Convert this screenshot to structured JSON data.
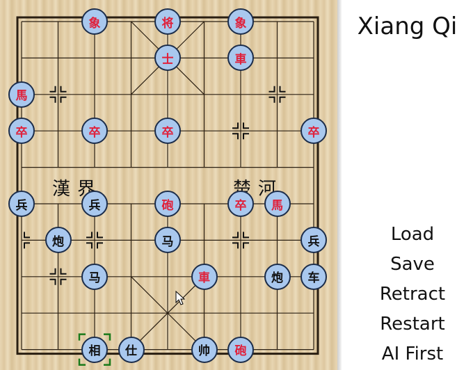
{
  "app": {
    "title": "Xiang Qi",
    "river_left": "漢界",
    "river_right": "楚河"
  },
  "menu": [
    {
      "id": "load",
      "label": "Load"
    },
    {
      "id": "save",
      "label": "Save"
    },
    {
      "id": "retract",
      "label": "Retract"
    },
    {
      "id": "restart",
      "label": "Restart"
    },
    {
      "id": "ai_first",
      "label": "AI First"
    }
  ],
  "colors": {
    "piece_fill": "#a9c8ee",
    "red_side": "#e0203a",
    "black_side": "#111111",
    "selection": "#1a7a1a"
  },
  "board": {
    "files": 9,
    "ranks": 10,
    "selected": {
      "file": 2,
      "rank": 9
    },
    "pieces": [
      {
        "glyph": "象",
        "side": "red",
        "file": 2,
        "rank": 0
      },
      {
        "glyph": "将",
        "side": "red",
        "file": 4,
        "rank": 0
      },
      {
        "glyph": "象",
        "side": "red",
        "file": 6,
        "rank": 0
      },
      {
        "glyph": "士",
        "side": "red",
        "file": 4,
        "rank": 1
      },
      {
        "glyph": "車",
        "side": "red",
        "file": 6,
        "rank": 1
      },
      {
        "glyph": "馬",
        "side": "red",
        "file": 0,
        "rank": 2
      },
      {
        "glyph": "卒",
        "side": "red",
        "file": 0,
        "rank": 3
      },
      {
        "glyph": "卒",
        "side": "red",
        "file": 2,
        "rank": 3
      },
      {
        "glyph": "卒",
        "side": "red",
        "file": 4,
        "rank": 3
      },
      {
        "glyph": "卒",
        "side": "red",
        "file": 8,
        "rank": 3
      },
      {
        "glyph": "兵",
        "side": "black",
        "file": 0,
        "rank": 5
      },
      {
        "glyph": "兵",
        "side": "black",
        "file": 2,
        "rank": 5
      },
      {
        "glyph": "砲",
        "side": "red",
        "file": 4,
        "rank": 5
      },
      {
        "glyph": "卒",
        "side": "red",
        "file": 6,
        "rank": 5
      },
      {
        "glyph": "馬",
        "side": "red",
        "file": 7,
        "rank": 5
      },
      {
        "glyph": "炮",
        "side": "black",
        "file": 1,
        "rank": 6
      },
      {
        "glyph": "马",
        "side": "black",
        "file": 4,
        "rank": 6
      },
      {
        "glyph": "兵",
        "side": "black",
        "file": 8,
        "rank": 6
      },
      {
        "glyph": "马",
        "side": "black",
        "file": 2,
        "rank": 7
      },
      {
        "glyph": "車",
        "side": "red",
        "file": 5,
        "rank": 7
      },
      {
        "glyph": "炮",
        "side": "black",
        "file": 7,
        "rank": 7
      },
      {
        "glyph": "车",
        "side": "black",
        "file": 8,
        "rank": 7
      },
      {
        "glyph": "相",
        "side": "black",
        "file": 2,
        "rank": 9
      },
      {
        "glyph": "仕",
        "side": "black",
        "file": 3,
        "rank": 9
      },
      {
        "glyph": "帅",
        "side": "black",
        "file": 5,
        "rank": 9
      },
      {
        "glyph": "砲",
        "side": "red",
        "file": 6,
        "rank": 9
      }
    ],
    "markers": [
      {
        "file": 1,
        "rank": 2
      },
      {
        "file": 7,
        "rank": 2
      },
      {
        "file": 6,
        "rank": 3
      },
      {
        "file": 0,
        "rank": 6
      },
      {
        "file": 2,
        "rank": 6
      },
      {
        "file": 6,
        "rank": 6
      },
      {
        "file": 1,
        "rank": 7
      }
    ]
  }
}
